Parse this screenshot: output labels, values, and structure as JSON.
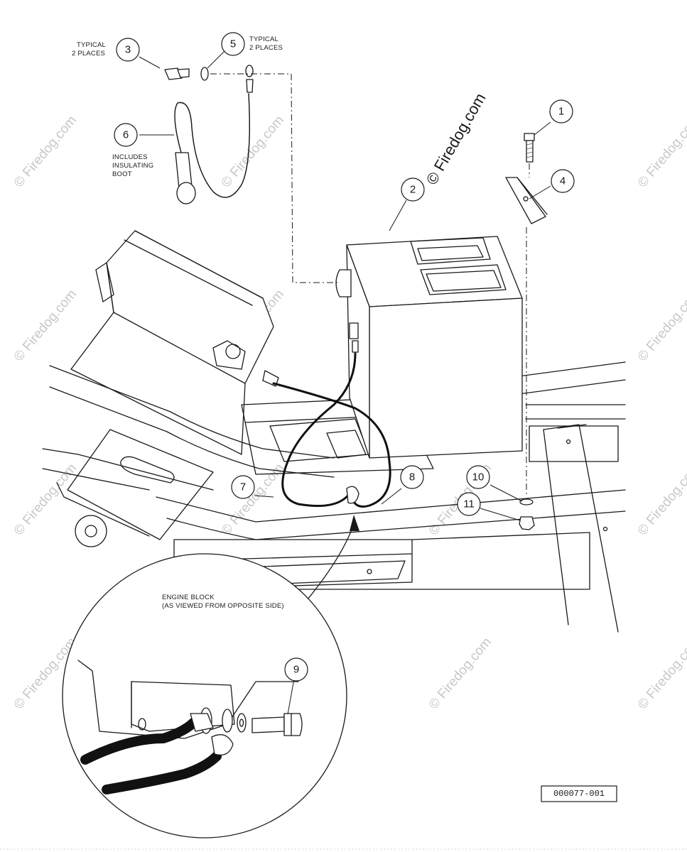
{
  "diagram": {
    "watermark_main": "© Firedog.com",
    "watermark_faint": "© Firedog.com",
    "reference_code": "000077-001",
    "callouts": [
      {
        "id": "c1",
        "label": "1"
      },
      {
        "id": "c2",
        "label": "2"
      },
      {
        "id": "c3",
        "label": "3"
      },
      {
        "id": "c4",
        "label": "4"
      },
      {
        "id": "c5",
        "label": "5"
      },
      {
        "id": "c6",
        "label": "6"
      },
      {
        "id": "c7",
        "label": "7"
      },
      {
        "id": "c8",
        "label": "8"
      },
      {
        "id": "c9",
        "label": "9"
      },
      {
        "id": "c10",
        "label": "10"
      },
      {
        "id": "c11",
        "label": "11"
      }
    ],
    "notes": {
      "typical_3_line1": "TYPICAL",
      "typical_3_line2": "2 PLACES",
      "typical_5_line1": "TYPICAL",
      "typical_5_line2": "2 PLACES",
      "includes_line1": "INCLUDES",
      "includes_line2": "INSULATING",
      "includes_line3": "BOOT",
      "engine_line1": "ENGINE BLOCK",
      "engine_line2": "(AS VIEWED FROM OPPOSITE SIDE)"
    }
  }
}
